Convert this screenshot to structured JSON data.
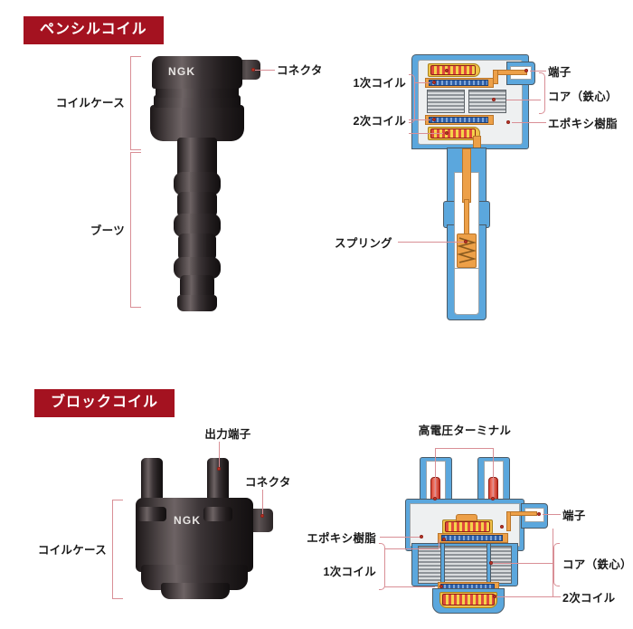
{
  "theme": {
    "badge_bg": "#a41220",
    "leader_color": "#d98f96",
    "dot_color": "#c0392b",
    "case_blue": "#5ba7dd",
    "core_grey": "#8e9398",
    "primary_blue": "#2f5fa8",
    "secondary_red": "#e04a3c",
    "secondary_yellow": "#f4d24a",
    "orange": "#eda048",
    "background": "#ffffff"
  },
  "sections": [
    {
      "id": "pencil-coil",
      "badge": "ペンシルコイル",
      "photo": {
        "brand": "NGK",
        "labels": [
          {
            "key": "coil_case",
            "text": "コイルケース"
          },
          {
            "key": "boot",
            "text": "ブーツ"
          },
          {
            "key": "connector",
            "text": "コネクタ"
          }
        ]
      },
      "cross_section": {
        "labels_left": [
          {
            "key": "primary_coil",
            "text": "1次コイル"
          },
          {
            "key": "secondary_coil",
            "text": "2次コイル"
          },
          {
            "key": "spring",
            "text": "スプリング"
          }
        ],
        "labels_right": [
          {
            "key": "terminal",
            "text": "端子"
          },
          {
            "key": "core",
            "text": "コア（鉄心）"
          },
          {
            "key": "epoxy_resin",
            "text": "エポキシ樹脂"
          }
        ]
      }
    },
    {
      "id": "block-coil",
      "badge": "ブロックコイル",
      "photo": {
        "brand": "NGK",
        "labels": [
          {
            "key": "output_terminal",
            "text": "出力端子"
          },
          {
            "key": "connector",
            "text": "コネクタ"
          },
          {
            "key": "coil_case",
            "text": "コイルケース"
          }
        ]
      },
      "cross_section": {
        "labels_top": [
          {
            "key": "high_voltage_terminal",
            "text": "高電圧ターミナル"
          }
        ],
        "labels_left": [
          {
            "key": "epoxy_resin",
            "text": "エポキシ樹脂"
          },
          {
            "key": "primary_coil",
            "text": "1次コイル"
          }
        ],
        "labels_right": [
          {
            "key": "terminal",
            "text": "端子"
          },
          {
            "key": "core",
            "text": "コア（鉄心）"
          },
          {
            "key": "secondary_coil",
            "text": "2次コイル"
          }
        ]
      }
    }
  ]
}
